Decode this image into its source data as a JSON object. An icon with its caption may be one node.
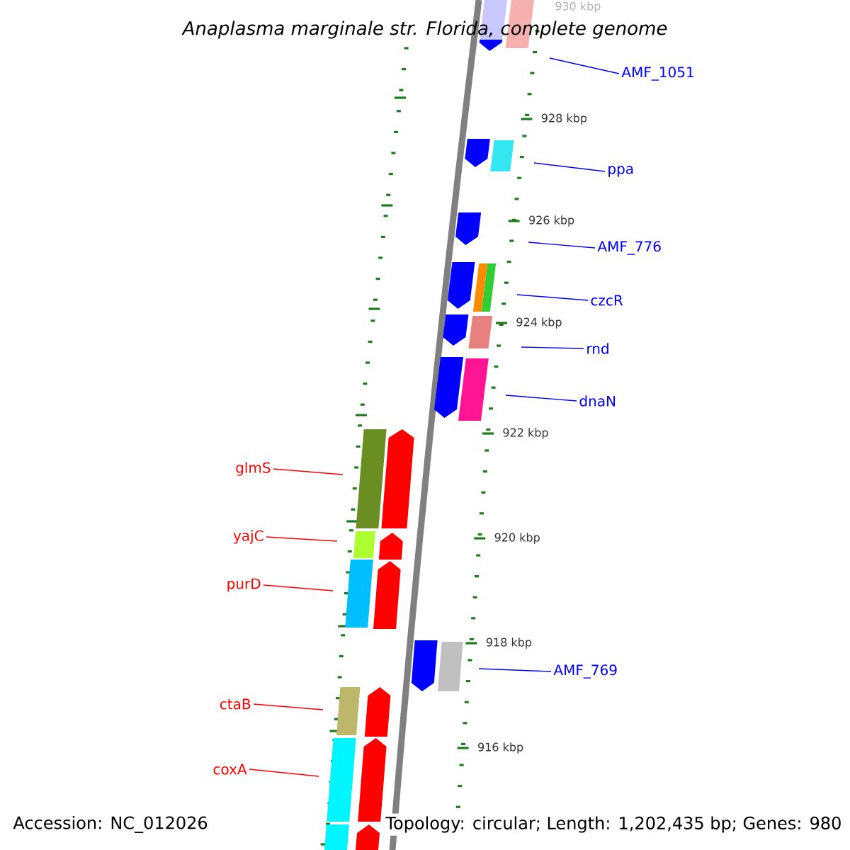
{
  "diagram": {
    "title": "Anaplasma marginale str. Florida, complete genome",
    "nodes": [
      {
        "text": [
          "AMF_1051"
        ]
      },
      {
        "text": [
          "ppa"
        ]
      },
      {
        "text": [
          "AMF_776"
        ]
      },
      {
        "text": [
          "czcR"
        ]
      },
      {
        "text": [
          "rnd"
        ]
      },
      {
        "text": [
          "dnaN"
        ]
      },
      {
        "text": [
          "glmS"
        ]
      },
      {
        "text": [
          "yajC"
        ]
      },
      {
        "text": [
          "purD"
        ]
      },
      {
        "text": [
          "AMF_769"
        ]
      },
      {
        "text": [
          "ctaB"
        ]
      },
      {
        "text": [
          "coxA"
        ]
      }
    ],
    "edges": [
      {
        "from": 0,
        "to": null,
        "arrow": "none"
      },
      {
        "from": 1,
        "to": null,
        "arrow": "none"
      },
      {
        "from": 2,
        "to": null,
        "arrow": "none"
      },
      {
        "from": 3,
        "to": null,
        "arrow": "none"
      },
      {
        "from": 4,
        "to": null,
        "arrow": "none"
      },
      {
        "from": 5,
        "to": null,
        "arrow": "none"
      },
      {
        "from": 6,
        "to": null,
        "arrow": "none",
        "color": "#ff0000"
      },
      {
        "from": 7,
        "to": null,
        "arrow": "none",
        "color": "#ff0000"
      },
      {
        "from": 8,
        "to": null,
        "arrow": "none",
        "color": "#ff0000"
      },
      {
        "from": 9,
        "to": null,
        "arrow": "none"
      },
      {
        "from": 10,
        "to": null,
        "arrow": "none",
        "color": "#ff0000"
      },
      {
        "from": 11,
        "to": null,
        "arrow": "none",
        "color": "#ff0000"
      }
    ],
    "labels": [
      "930 kbp",
      "928 kbp",
      "926 kbp",
      "924 kbp",
      "922 kbp",
      "920 kbp",
      "918 kbp",
      "916 kbp",
      "Accession: NC_012026",
      "Topology: circular; Length: 1,202,435 bp; Genes: 980"
    ]
  }
}
